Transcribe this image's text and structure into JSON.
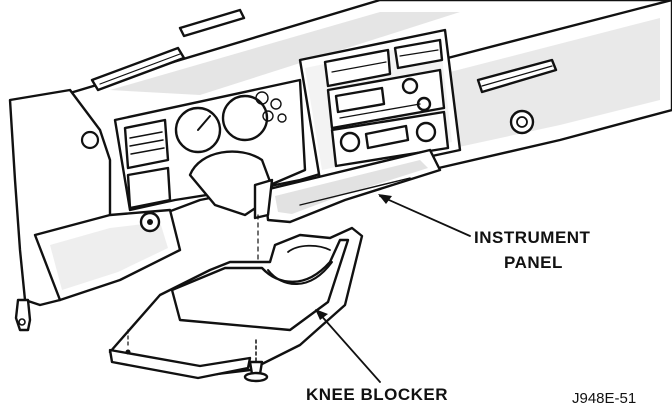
{
  "figure": {
    "labels": {
      "instrument_panel_line1": "INSTRUMENT",
      "instrument_panel_line2": "PANEL",
      "knee_blocker": "KNEE BLOCKER",
      "figure_code": "J948E-51"
    },
    "colors": {
      "ink": "#111111",
      "paper": "#ffffff",
      "shading": "#cfcfcf"
    }
  }
}
